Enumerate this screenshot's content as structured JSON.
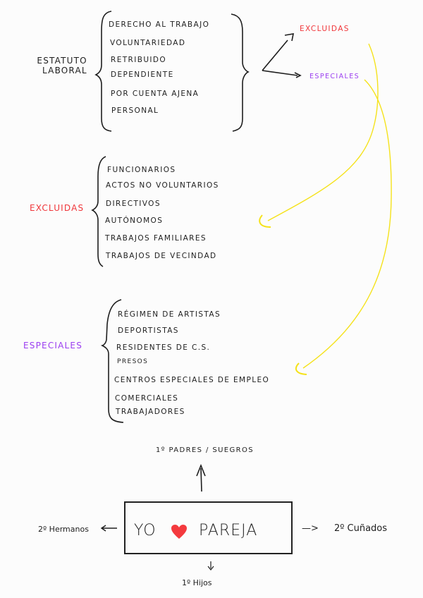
{
  "estatuto": {
    "title_line1": "Estatuto",
    "title_line2": "Laboral",
    "items": [
      "Derecho al trabajo",
      "Voluntariedad",
      "Retribuido",
      "Dependiente",
      "Por cuenta ajena",
      "Personal"
    ],
    "branches": [
      {
        "label": "Excluidas",
        "color": "#f0363a"
      },
      {
        "label": "Especiales",
        "color": "#9b3ef0"
      }
    ]
  },
  "excluidas": {
    "title": "Excluidas",
    "color": "#f0363a",
    "items": [
      "Funcionarios",
      "Actos no voluntarios",
      "Directivos",
      "Autónomos",
      "Trabajos familiares",
      "Trabajos de vecindad"
    ]
  },
  "especiales": {
    "title": "Especiales",
    "color": "#9b3ef0",
    "items": [
      "Régimen de artistas",
      "Deportistas",
      "Residentes de C.S.",
      "Presos",
      "Centros especiales de empleo",
      "Comerciales",
      "Trabajadores"
    ]
  },
  "connector_color": "#f5e21a",
  "family": {
    "up": "1º Padres / Suegros",
    "left": "2º Hermanos",
    "right_arrow": "—>",
    "right": "2º Cuñados",
    "down": "1º Hijos",
    "center_left": "Yo",
    "center_right": "Pareja",
    "heart_color": "#f43a3e"
  }
}
